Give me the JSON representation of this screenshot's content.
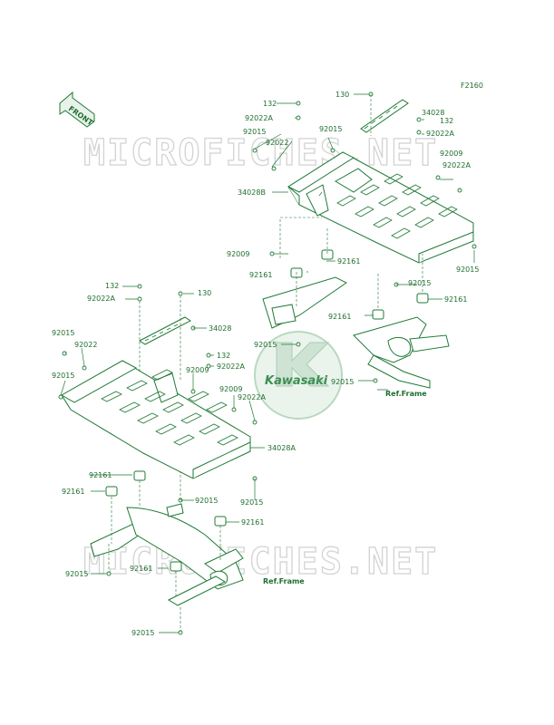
{
  "figure_code": "F2160",
  "front_label": "FRONT",
  "watermark": "MICROFICHES.NET",
  "logo_text": "Kawasaki",
  "ref_label": "Ref.Frame",
  "labels": {
    "upper": {
      "p132a": "132",
      "p92022A_a": "92022A",
      "p92015_a": "92015",
      "p92022_a": "92022",
      "p130": "130",
      "p34028": "34028",
      "p132b": "132",
      "p92022A_b": "92022A",
      "p92015_b": "92015",
      "p92009_a": "92009",
      "p92022A_c": "92022A",
      "p34028B": "34028B",
      "p92009_b": "92009",
      "p92161_a": "92161",
      "p92161_b": "92161",
      "p92015_c": "92015",
      "p92015_d": "92015",
      "p92161_c": "92161",
      "p92161_d": "92161",
      "p92015_e": "92015",
      "p92015_f": "92015"
    },
    "lower": {
      "p132": "132",
      "p92022A_a": "92022A",
      "p130": "130",
      "p92015_a": "92015",
      "p92022": "92022",
      "p34028": "34028",
      "p132b": "132",
      "p92022A_b": "92022A",
      "p92009_a": "92009",
      "p92015_b": "92015",
      "p92009_b": "92009",
      "p92022A_c": "92022A",
      "p34028A": "34028A",
      "p92161_a": "92161",
      "p92161_b": "92161",
      "p92015_c": "92015",
      "p92015_d": "92015",
      "p92161_c": "92161",
      "p92015_e": "92015",
      "p92161_d": "92161",
      "p92015_f": "92015"
    }
  },
  "colors": {
    "accent": "#1f6e2f",
    "watermark": "#d3d3d3",
    "logo": "#cfe3d4"
  }
}
